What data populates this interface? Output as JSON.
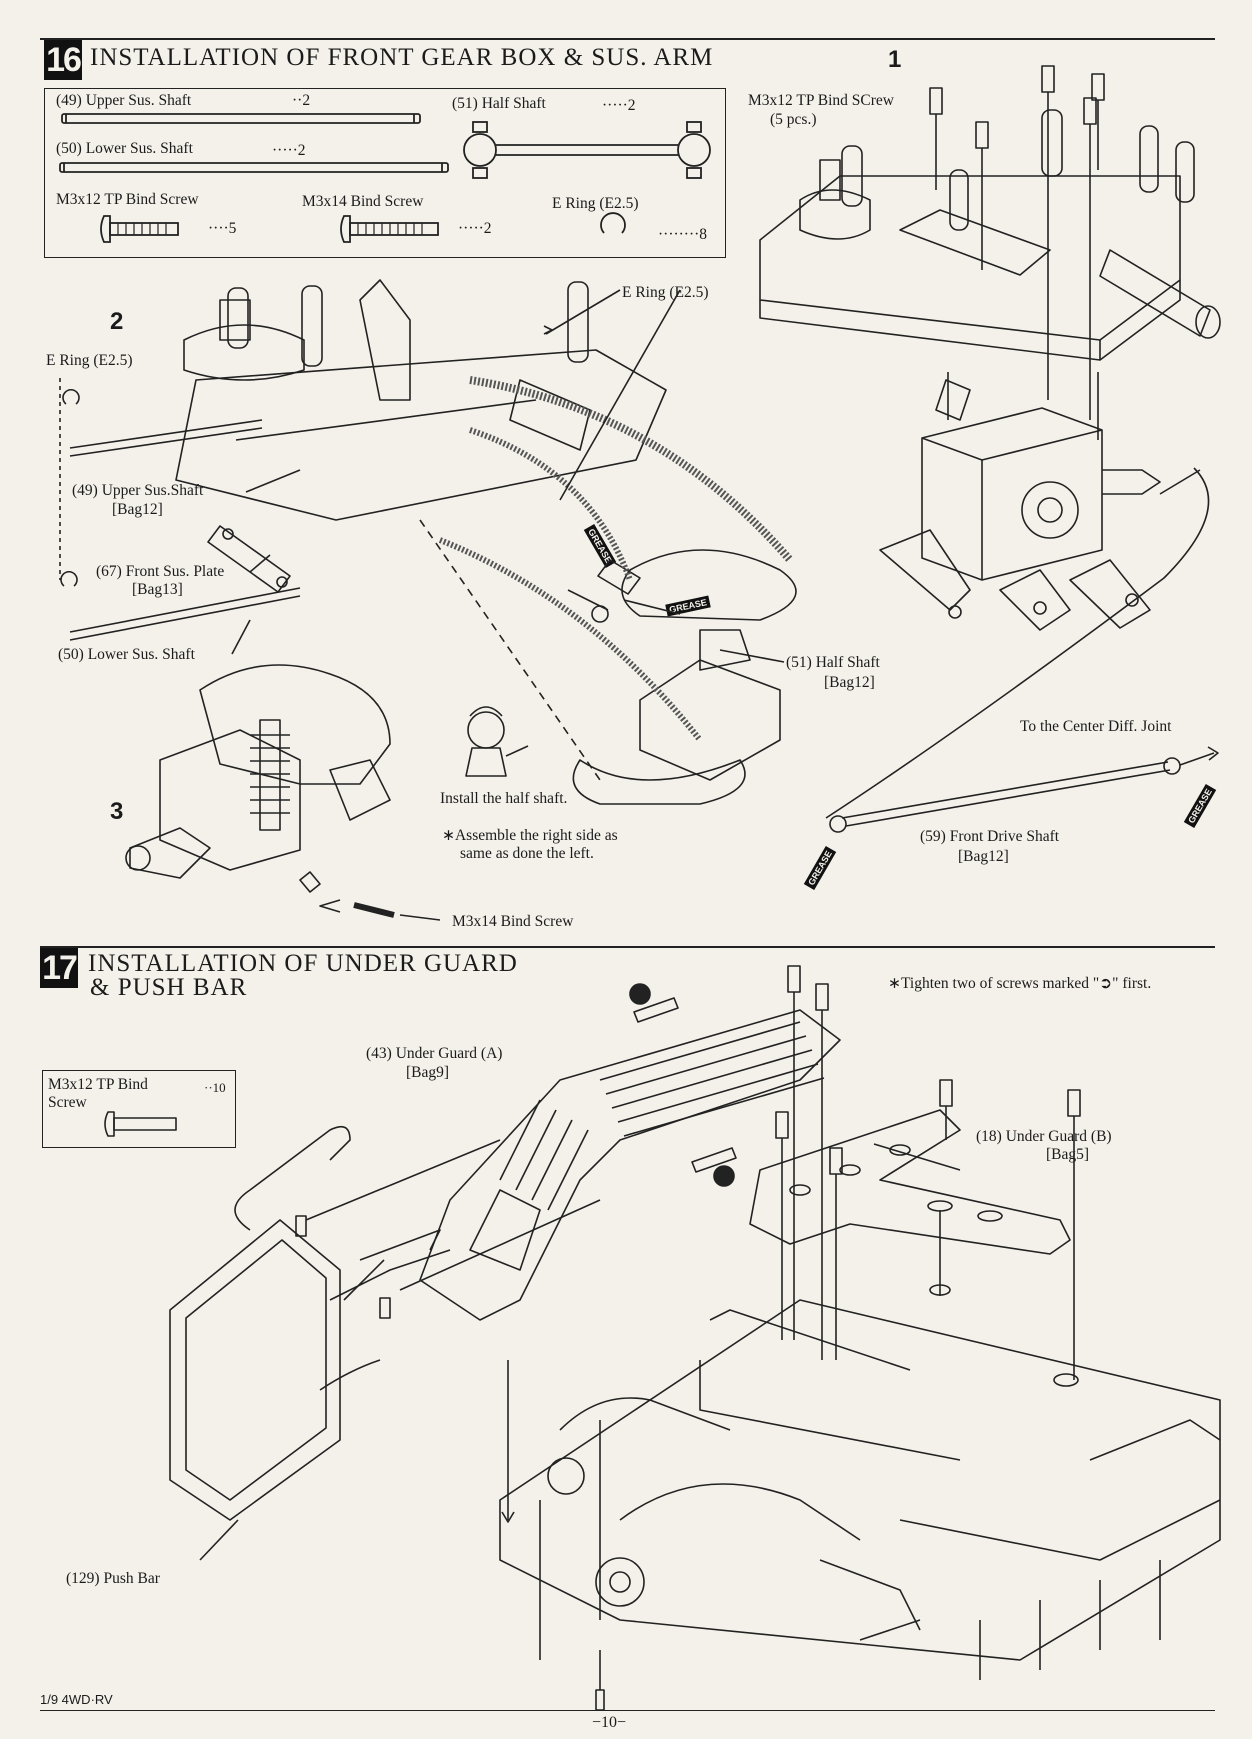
{
  "step16": {
    "number": "16",
    "title": "INSTALLATION OF FRONT GEAR BOX & SUS. ARM",
    "parts": {
      "upper_shaft": "(49)  Upper Sus. Shaft",
      "upper_shaft_qty": "··2",
      "lower_shaft": "(50)  Lower Sus. Shaft",
      "lower_shaft_qty": "·····2",
      "half_shaft": "(51)  Half Shaft",
      "half_shaft_qty": "·····2",
      "m3x12": "M3x12 TP Bind Screw",
      "m3x12_qty": "····5",
      "m3x14": "M3x14 Bind Screw",
      "m3x14_qty": "·····2",
      "ering": "E Ring  (E2.5)",
      "ering_qty": "········8"
    },
    "sub1": {
      "number": "1",
      "screw_label": "M3x12 TP Bind SCrew",
      "screw_qty": "(5  pcs.)"
    },
    "sub2": {
      "number": "2",
      "ering_left": "E Ring  (E2.5)",
      "ering_right": "E Ring  (E2.5)",
      "upper_shaft": "(49)  Upper Sus.Shaft",
      "upper_shaft_bag": "[Bag12]",
      "plate": "(67)  Front Sus. Plate",
      "plate_bag": "[Bag13]",
      "lower_shaft": "(50)  Lower Sus. Shaft",
      "half_shaft": "(51)  Half Shaft",
      "half_shaft_bag": "[Bag12]",
      "grease": "GREASE",
      "install_note": "Install the half shaft.",
      "assemble_note_1": "∗Assemble the right side as",
      "assemble_note_2": "same as done the left."
    },
    "sub3": {
      "number": "3",
      "screw": "M3x14 Bind Screw"
    },
    "drive": {
      "to_center": "To the Center Diff. Joint",
      "front_drive": "(59)  Front Drive Shaft",
      "front_drive_bag": "[Bag12]",
      "grease": "GREASE"
    }
  },
  "step17": {
    "number": "17",
    "title_line1": "INSTALLATION OF UNDER GUARD",
    "title_line2": "& PUSH BAR",
    "note": "∗Tighten two of screws marked \"➲\" first.",
    "parts": {
      "m3x12_line1": "M3x12 TP Bind",
      "m3x12_line2": "Screw",
      "m3x12_qty": "··10"
    },
    "under_guard_a": "(43)  Under Guard  (A)",
    "under_guard_a_bag": "[Bag9]",
    "under_guard_b": "(18)  Under Guard  (B)",
    "under_guard_b_bag": "[Bag5]",
    "push_bar": "(129)  Push Bar"
  },
  "footer": {
    "model": "1/9  4WD·RV",
    "page": "−10−"
  }
}
